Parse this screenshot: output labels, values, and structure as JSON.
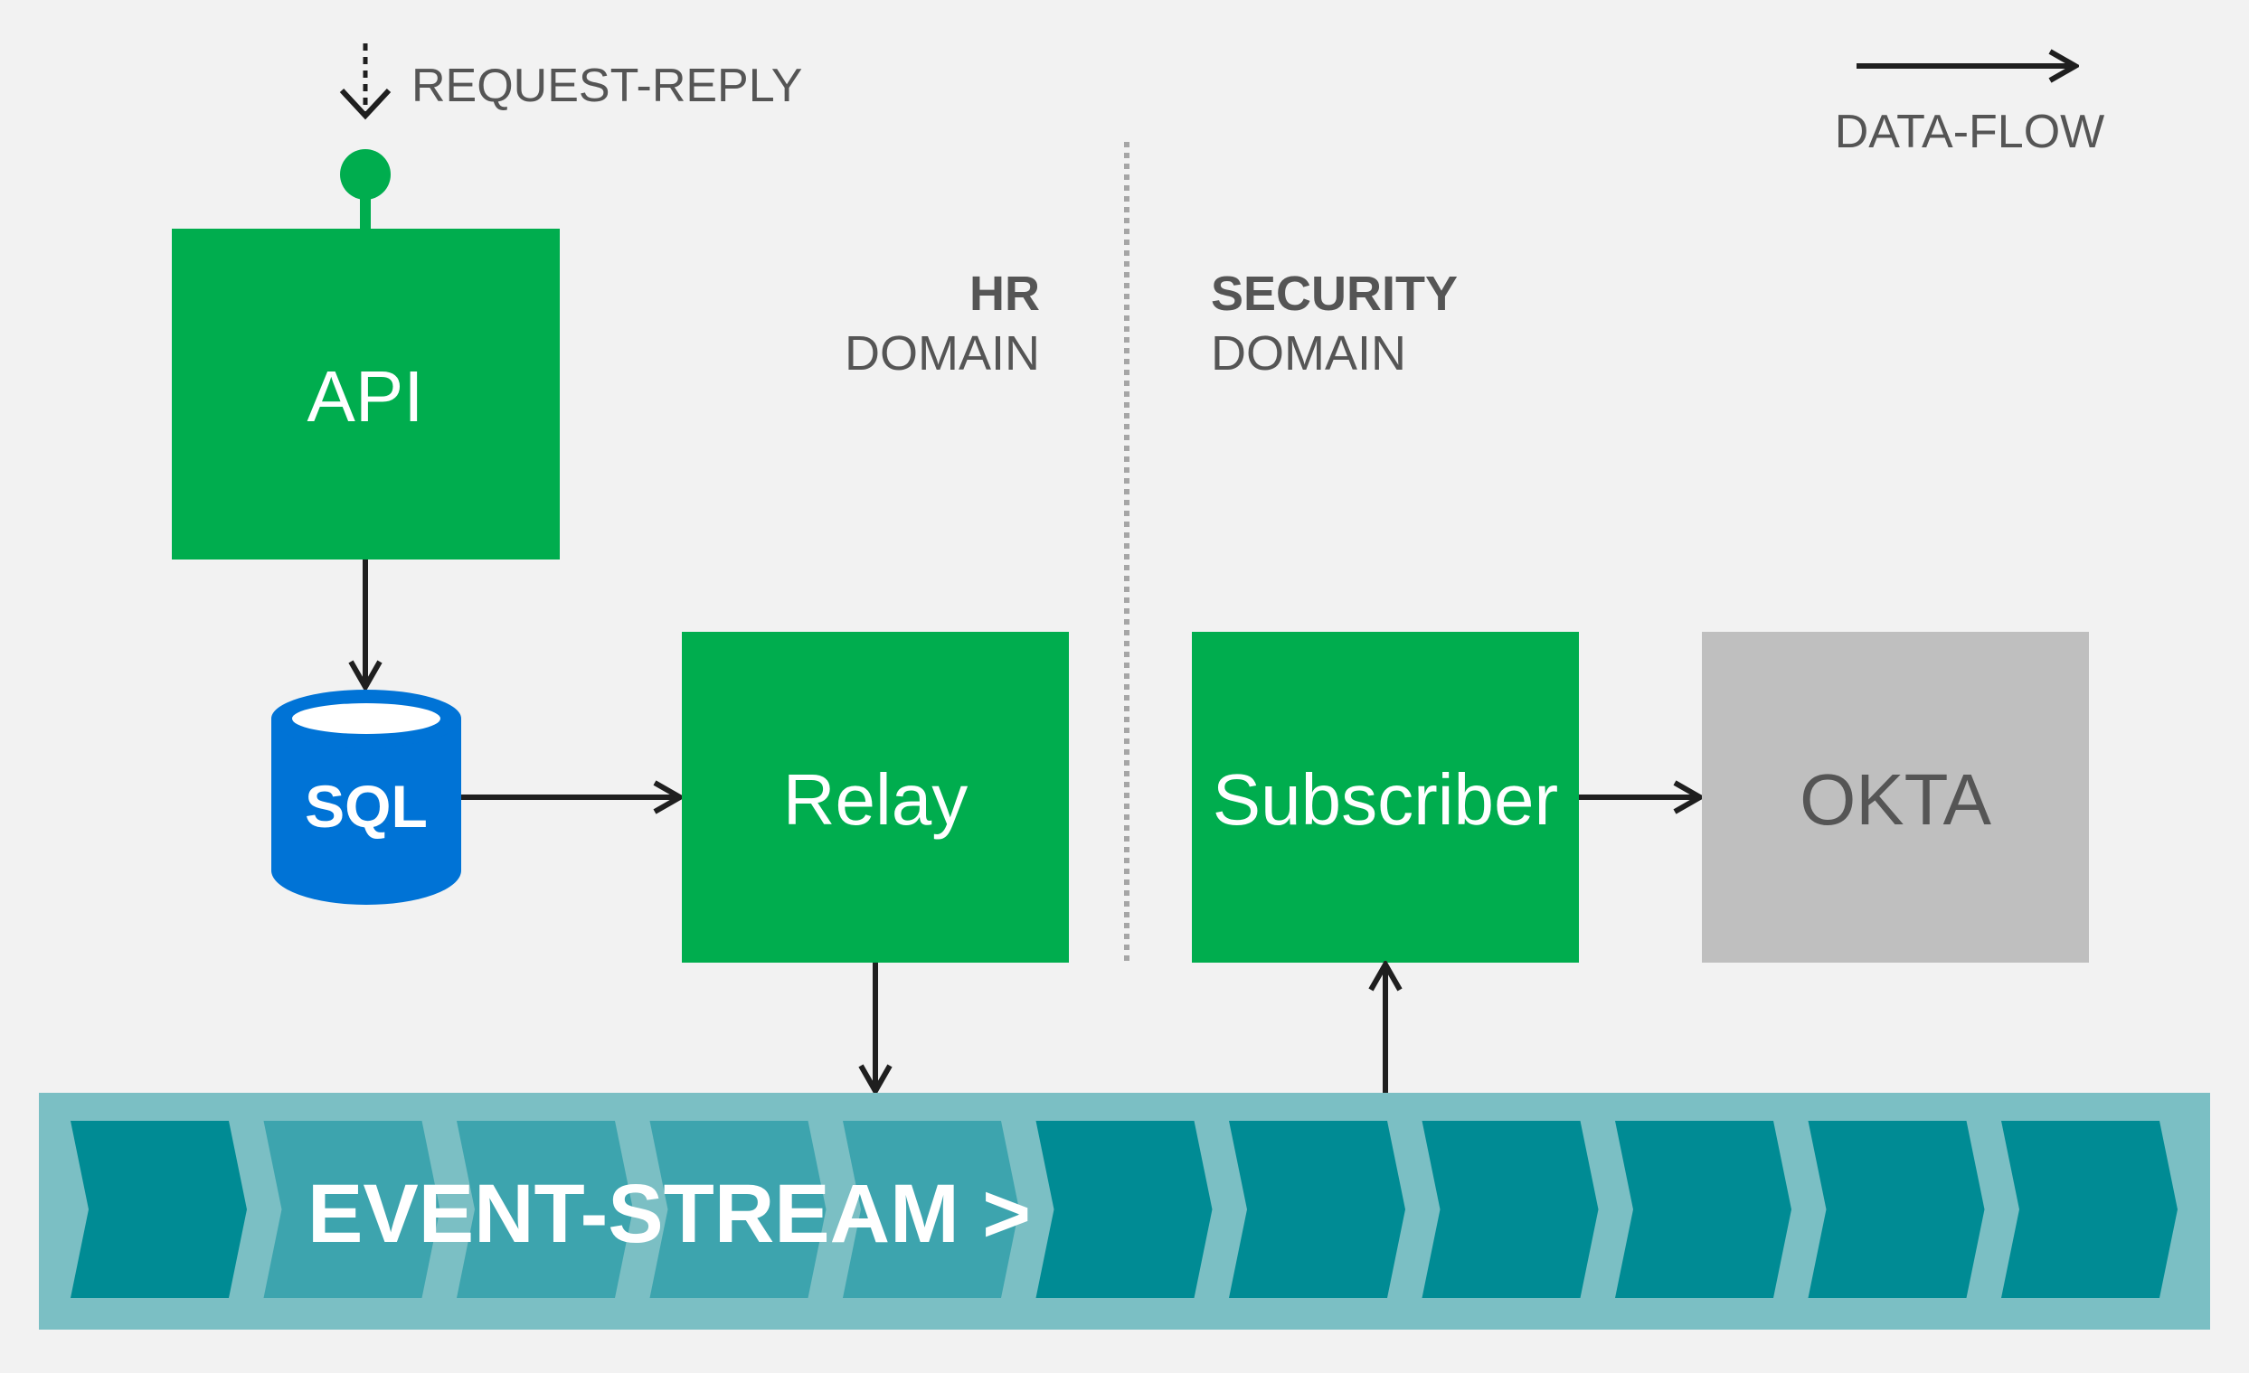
{
  "legend": {
    "request_reply": "REQUEST-REPLY",
    "data_flow": "DATA-FLOW"
  },
  "domains": {
    "hr": {
      "name": "HR",
      "suffix": "DOMAIN"
    },
    "security": {
      "name": "SECURITY",
      "suffix": "DOMAIN"
    }
  },
  "nodes": {
    "api": {
      "label": "API"
    },
    "database": {
      "label": "SQL"
    },
    "relay": {
      "label": "Relay"
    },
    "subscriber": {
      "label": "Subscriber"
    },
    "okta": {
      "label": "OKTA"
    }
  },
  "event_stream": {
    "label": "EVENT-STREAM >"
  },
  "colors": {
    "background": "#f2f2f2",
    "service_green": "#00ad4e",
    "external_gray": "#bfbfbf",
    "sql_blue": "#0073d6",
    "stream_band": "#7bbfc4",
    "stream_chevron": "#008b94",
    "stream_chevron_light": "#3da4ae",
    "arrow": "#1f1f1f",
    "divider": "#a6a6a6",
    "text_dark": "#555555"
  }
}
